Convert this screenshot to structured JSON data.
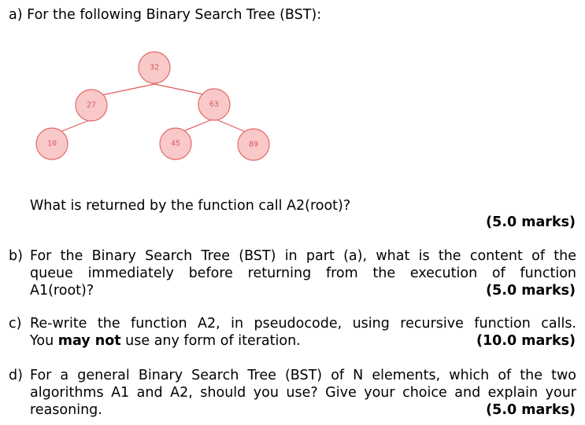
{
  "part_a": {
    "label": "a)",
    "heading": "For the following Binary Search Tree (BST):",
    "tree": {
      "nodes": [
        "32",
        "27",
        "63",
        "10",
        "45",
        "89"
      ]
    },
    "question": "What is returned by the function call A2(root)?",
    "marks": "(5.0 marks)"
  },
  "part_b": {
    "label": "b)",
    "line1": "For the Binary Search Tree (BST) in part (a), what is the content of the",
    "line2": "queue immediately before returning from the execution of function",
    "line3": "A1(root)?",
    "marks": "(5.0 marks)"
  },
  "part_c": {
    "label": "c)",
    "line1": "Re-write the function A2, in pseudocode, using recursive function calls.",
    "line2_pre": "You ",
    "line2_bold": "may not",
    "line2_post": " use any form of iteration.",
    "marks": "(10.0 marks)"
  },
  "part_d": {
    "label": "d)",
    "line1": "For a general Binary Search Tree (BST) of N elements, which of the two",
    "line2": "algorithms A1 and A2, should you use? Give your choice and explain your",
    "line3": "reasoning.",
    "marks": "(5.0 marks)"
  }
}
